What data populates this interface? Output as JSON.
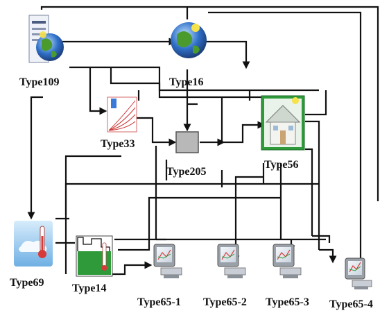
{
  "components": {
    "type109": {
      "label": "Type109",
      "icon": "weather-data-reader-icon"
    },
    "type16": {
      "label": "Type16",
      "icon": "solar-radiation-processor-icon"
    },
    "type33": {
      "label": "Type33",
      "icon": "psychrometric-chart-icon"
    },
    "type205": {
      "label": "Type205",
      "icon": "gray-box-module-icon"
    },
    "type56": {
      "label": "Type56",
      "icon": "building-house-icon"
    },
    "type69": {
      "label": "Type69",
      "icon": "sky-temperature-icon"
    },
    "type14": {
      "label": "Type14",
      "icon": "forcing-function-icon"
    },
    "type65_1": {
      "label": "Type65-1",
      "icon": "online-plotter-icon"
    },
    "type65_2": {
      "label": "Type65-2",
      "icon": "online-plotter-icon"
    },
    "type65_3": {
      "label": "Type65-3",
      "icon": "online-plotter-icon"
    },
    "type65_4": {
      "label": "Type65-4",
      "icon": "online-plotter-icon"
    }
  },
  "colors": {
    "wire": "#111111",
    "globe_blue": "#2f6fc8",
    "globe_green": "#4a9a2e",
    "house_green": "#2e9a3a",
    "plotter_gray": "#9aa0a8",
    "sky_blue": "#8fc3ea",
    "thermo_red": "#d83a3a"
  }
}
